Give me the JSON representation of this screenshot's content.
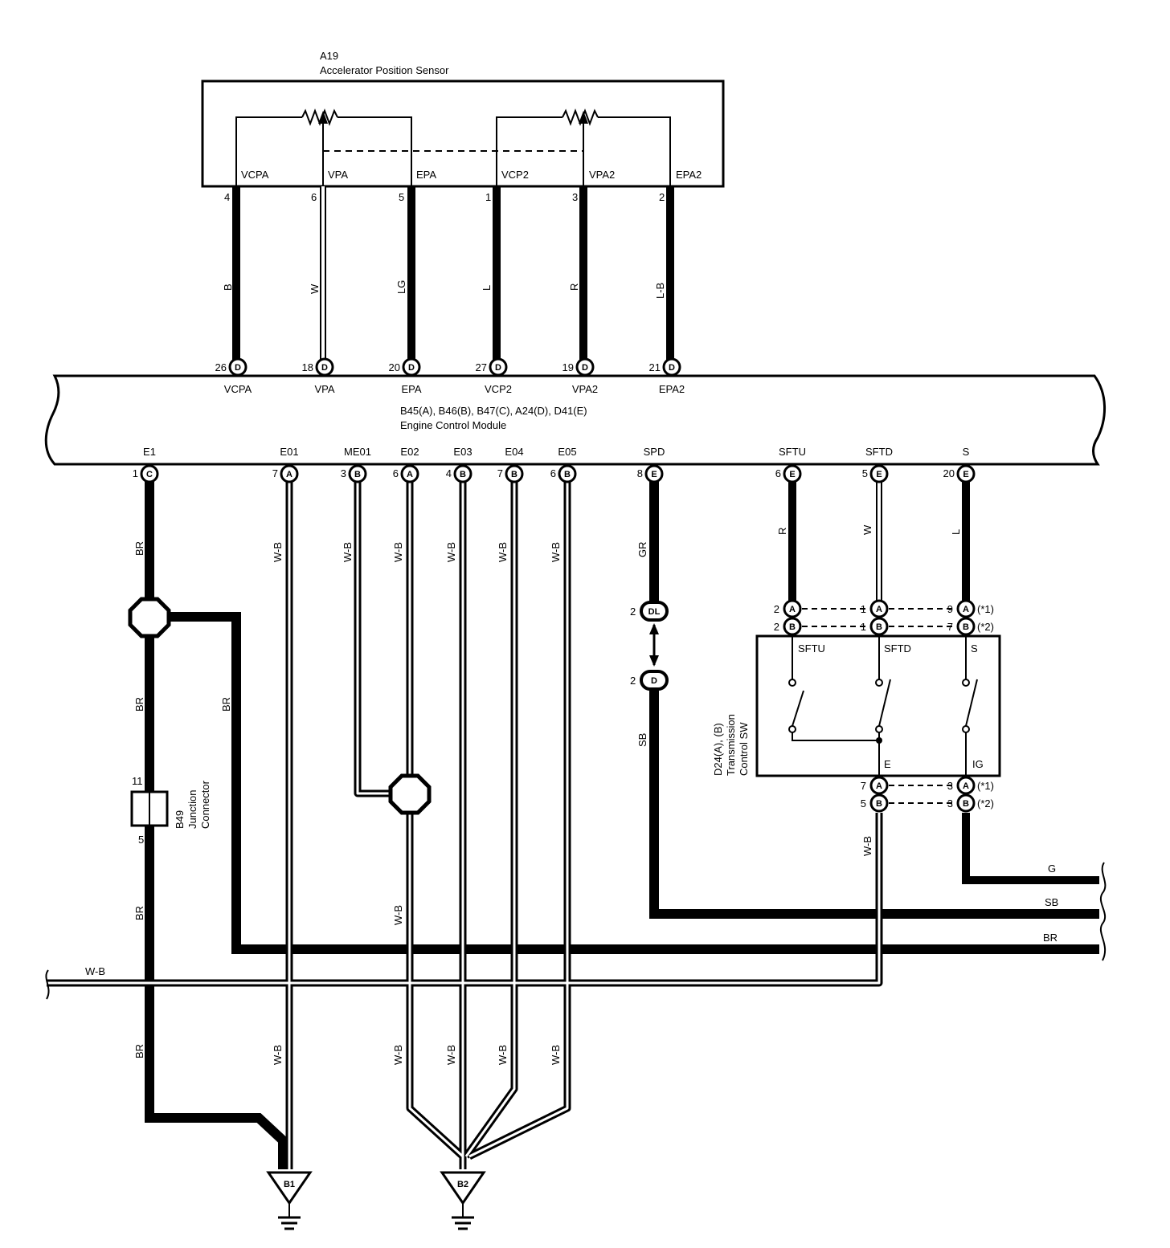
{
  "sensor": {
    "id": "A19",
    "name": "Accelerator Position Sensor",
    "terminals": [
      {
        "name": "VCPA",
        "pin": "4",
        "wire": "B"
      },
      {
        "name": "VPA",
        "pin": "6",
        "wire": "W"
      },
      {
        "name": "EPA",
        "pin": "5",
        "wire": "LG"
      },
      {
        "name": "VCP2",
        "pin": "1",
        "wire": "L"
      },
      {
        "name": "VPA2",
        "pin": "3",
        "wire": "R"
      },
      {
        "name": "EPA2",
        "pin": "2",
        "wire": "L-B"
      }
    ]
  },
  "ecm": {
    "connectors": "B45(A), B46(B), B47(C), A24(D), D41(E)",
    "name": "Engine Control Module",
    "top_pins": [
      {
        "pin": "26",
        "conn": "D",
        "name": "VCPA"
      },
      {
        "pin": "18",
        "conn": "D",
        "name": "VPA"
      },
      {
        "pin": "20",
        "conn": "D",
        "name": "EPA"
      },
      {
        "pin": "27",
        "conn": "D",
        "name": "VCP2"
      },
      {
        "pin": "19",
        "conn": "D",
        "name": "VPA2"
      },
      {
        "pin": "21",
        "conn": "D",
        "name": "EPA2"
      }
    ],
    "bottom_pins": [
      {
        "name": "E1",
        "pin": "1",
        "conn": "C",
        "wire": "BR"
      },
      {
        "name": "E01",
        "pin": "7",
        "conn": "A",
        "wire": "W-B"
      },
      {
        "name": "ME01",
        "pin": "3",
        "conn": "B",
        "wire": "W-B"
      },
      {
        "name": "E02",
        "pin": "6",
        "conn": "A",
        "wire": "W-B"
      },
      {
        "name": "E03",
        "pin": "4",
        "conn": "B",
        "wire": "W-B"
      },
      {
        "name": "E04",
        "pin": "7",
        "conn": "B",
        "wire": "W-B"
      },
      {
        "name": "E05",
        "pin": "6",
        "conn": "B",
        "wire": "W-B"
      },
      {
        "name": "SPD",
        "pin": "8",
        "conn": "E",
        "wire": "GR"
      },
      {
        "name": "SFTU",
        "pin": "6",
        "conn": "E",
        "wire": "R"
      },
      {
        "name": "SFTD",
        "pin": "5",
        "conn": "E",
        "wire": "W"
      },
      {
        "name": "S",
        "pin": "20",
        "conn": "E",
        "wire": "L"
      }
    ]
  },
  "junction": {
    "id": "B49",
    "name1": "Junction",
    "name2": "Connector",
    "pin_in": "11",
    "pin_out": "5"
  },
  "dl": {
    "pin_top": "2",
    "conn_top": "DL",
    "pin_bottom": "2",
    "conn_bottom": "D",
    "wire_out": "SB"
  },
  "trans_sw": {
    "id": "D24(A), (B)",
    "name1": "Transmission",
    "name2": "Control SW",
    "terminals": [
      "SFTU",
      "SFTD",
      "S"
    ],
    "bottom_terminals": [
      "E",
      "IG"
    ],
    "row_a": {
      "p1": "2",
      "p2": "1",
      "p3": "9",
      "note": "(*1)"
    },
    "row_b": {
      "p1": "2",
      "p2": "1",
      "p3": "7",
      "note": "(*2)"
    },
    "bot_a": {
      "p1": "7",
      "p2": "3",
      "note": "(*1)"
    },
    "bot_b": {
      "p1": "5",
      "p2": "3",
      "note": "(*2)"
    },
    "wire_out_e": "W-B"
  },
  "right_wires": [
    "G",
    "SB",
    "BR"
  ],
  "left_wire": "W-B",
  "lower_wire_labels": {
    "br1": "BR",
    "br2": "BR",
    "br3": "BR",
    "br4": "BR",
    "br5": "BR"
  },
  "grounds": [
    {
      "id": "B1"
    },
    {
      "id": "B2"
    }
  ],
  "lower_wb": "W-B"
}
